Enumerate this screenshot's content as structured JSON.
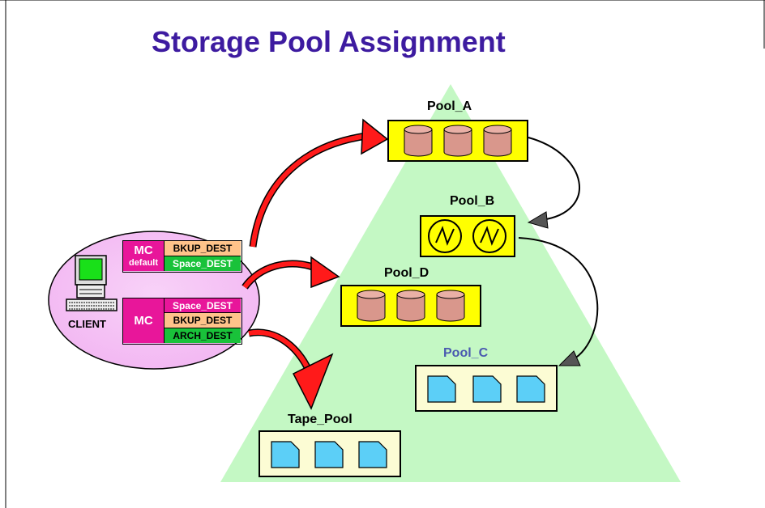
{
  "title": "Storage Pool Assignment",
  "client": {
    "label": "CLIENT",
    "mc_default": {
      "mc": "MC",
      "tag": "default",
      "rows": [
        "BKUP_DEST",
        "Space_DEST"
      ]
    },
    "mc_second": {
      "mc": "MC",
      "rows": [
        "Space_DEST",
        "BKUP_DEST",
        "ARCH_DEST"
      ]
    }
  },
  "pools": {
    "pool_a": {
      "label": "Pool_A",
      "type": "disk",
      "count": 3
    },
    "pool_b": {
      "label": "Pool_B",
      "type": "tape-reel",
      "count": 2
    },
    "pool_d": {
      "label": "Pool_D",
      "type": "disk",
      "count": 3
    },
    "pool_c": {
      "label": "Pool_C",
      "type": "tape-cartridge",
      "count": 3
    },
    "tape_pool": {
      "label": "Tape_Pool",
      "type": "tape-cartridge",
      "count": 3
    }
  },
  "colors": {
    "title": "#3d1ba0",
    "ellipse": "#f6c4f6",
    "triangle": "#c4f8c4",
    "mc_box": "#e8169a",
    "bkup": "#ffc38a",
    "space": "#19c23a",
    "arrow": "#ff1a1a",
    "pool_yellow": "#ffff00",
    "pool_light": "#fcfcd4",
    "cartridge": "#5ccff7",
    "disk": "#d9978c"
  }
}
